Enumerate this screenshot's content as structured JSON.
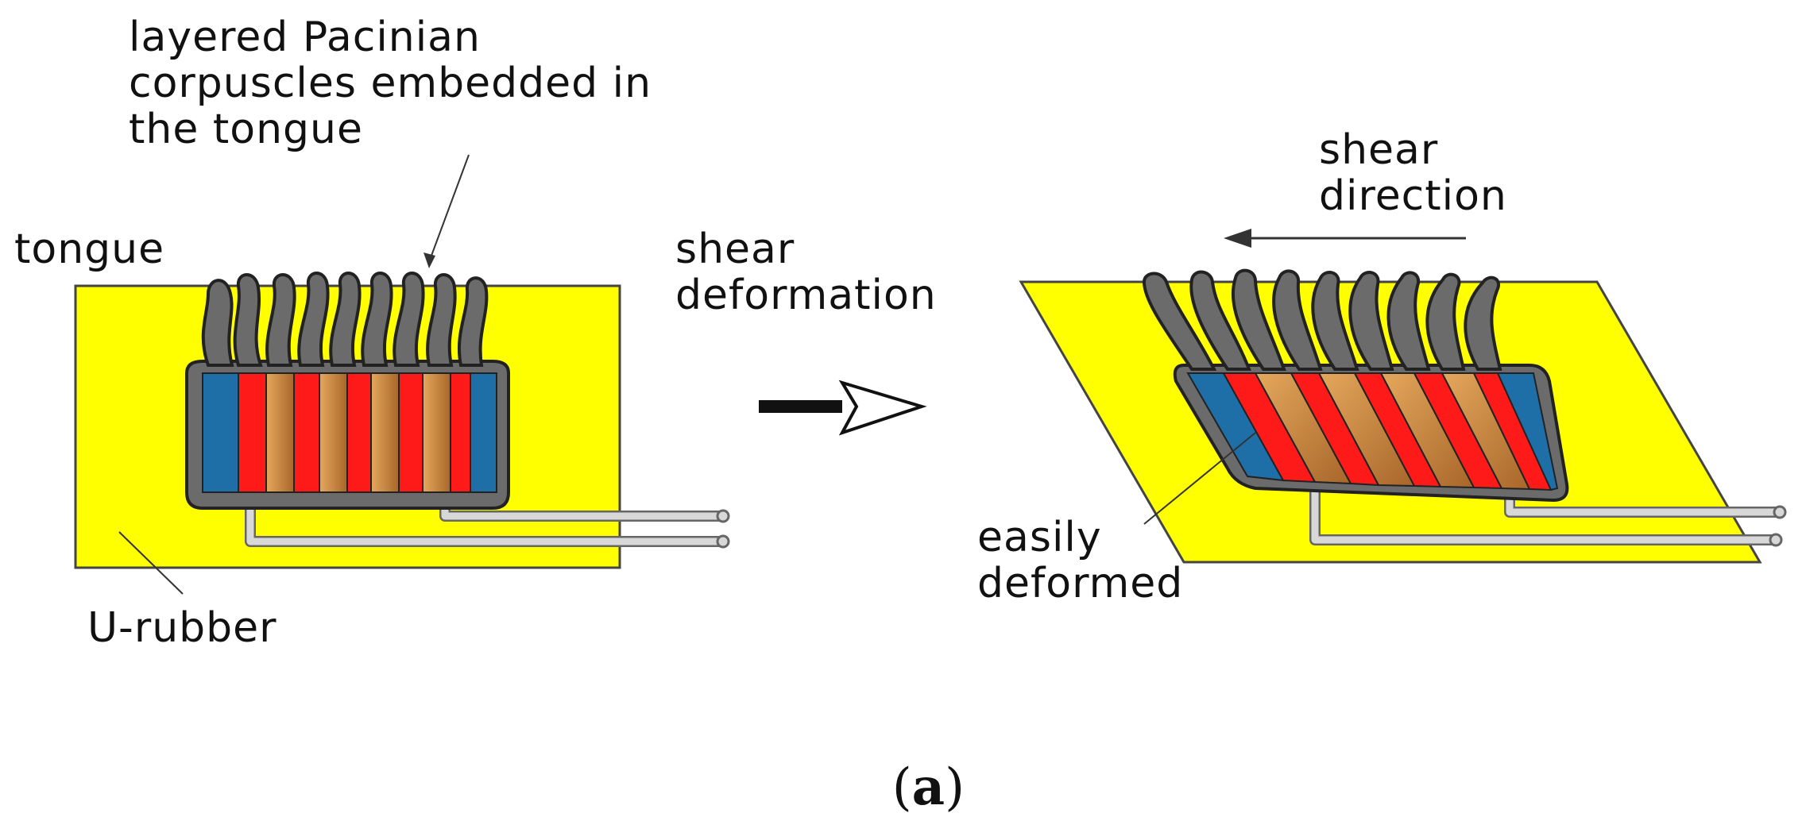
{
  "labels": {
    "corpuscles": "layered Pacinian\ncorpuscles embedded in\nthe tongue",
    "tongue": "tongue",
    "u_rubber": "U-rubber",
    "shear_deformation": "shear\ndeformation",
    "shear_direction": "shear\ndirection",
    "easily_deformed": "easily\ndeformed"
  },
  "caption": {
    "open": "(",
    "letter": "a",
    "close": ")"
  },
  "colors": {
    "u_rubber": "#ffff00",
    "sensor_outline": "#777777",
    "blue_layer": "#1e6fa8",
    "red_layer": "#ff1a1a",
    "tan_layer": "#c8863a",
    "wire": "#bbbbbb"
  }
}
